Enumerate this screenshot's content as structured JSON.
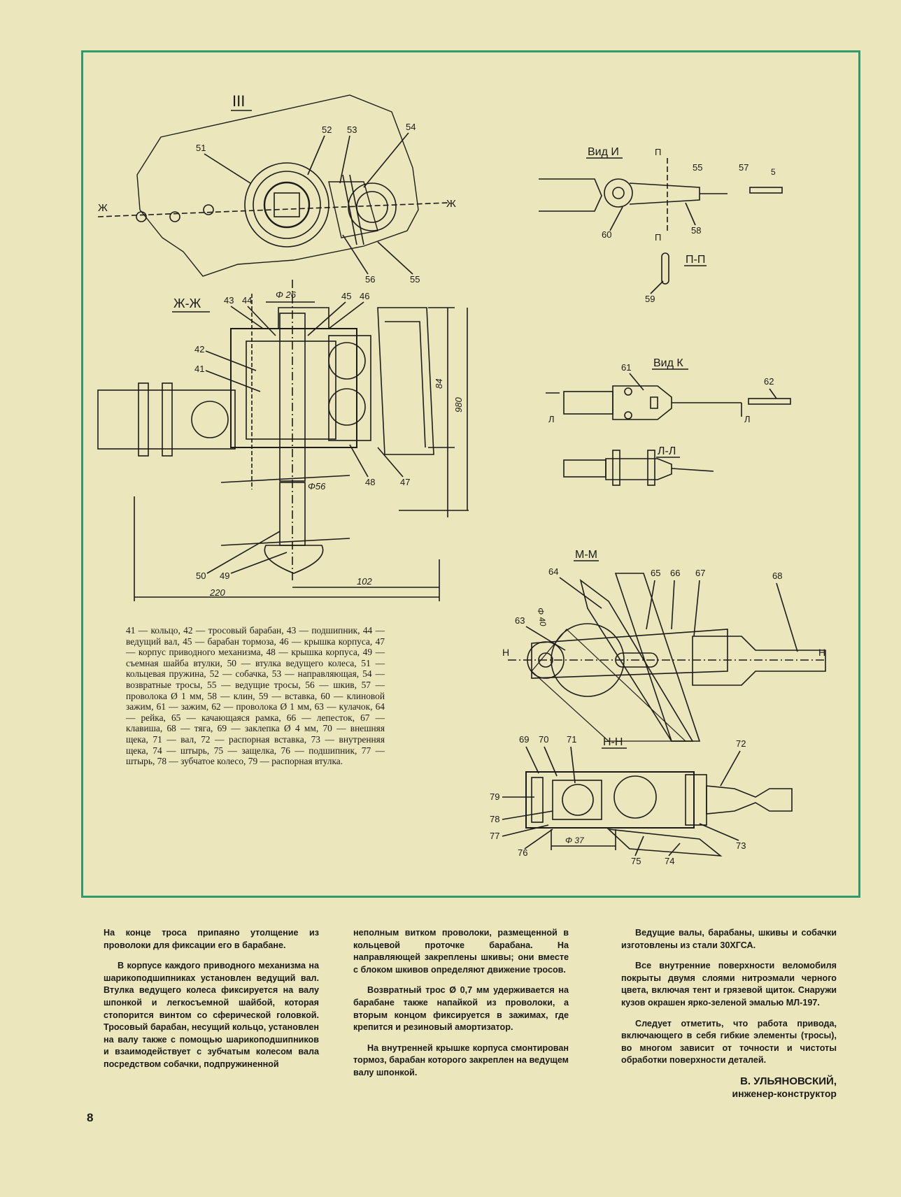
{
  "figure": {
    "section_labels": {
      "III": "III",
      "zh_zh": "Ж-Ж",
      "vid_i": "Вид И",
      "p_p": "П-П",
      "vid_k": "Вид К",
      "l_l": "Л-Л",
      "m_m": "М-М",
      "n_n": "Н-Н"
    },
    "cut_marks": {
      "zh": "Ж",
      "p": "П",
      "l": "Л",
      "n": "Н"
    },
    "part_numbers": {
      "p41": "41",
      "p42": "42",
      "p43": "43",
      "p44": "44",
      "p45": "45",
      "p46": "46",
      "p47": "47",
      "p48": "48",
      "p49": "49",
      "p50": "50",
      "p51": "51",
      "p52": "52",
      "p53": "53",
      "p54": "54",
      "p55": "55",
      "p56": "56",
      "p57": "57",
      "p58": "58",
      "p59": "59",
      "p60": "60",
      "p61": "61",
      "p62": "62",
      "p63": "63",
      "p64": "64",
      "p65": "65",
      "p66": "66",
      "p67": "67",
      "p68": "68",
      "p69": "69",
      "p70": "70",
      "p71": "71",
      "p72": "72",
      "p73": "73",
      "p74": "74",
      "p75": "75",
      "p76": "76",
      "p77": "77",
      "p78": "78",
      "p79": "79"
    },
    "dimensions": {
      "d26": "Φ 26",
      "d56": "Φ56",
      "d84": "84",
      "d980": "980",
      "d220": "220",
      "d102": "102",
      "d5": "5",
      "d40": "Φ 40",
      "d37": "Φ 37"
    },
    "legend": "41 — кольцо, 42 — тросовый барабан, 43 — подшипник, 44 — ведущий вал, 45 — барабан тормоза, 46 — крышка корпуса, 47 — корпус приводного механизма, 48 — крышка корпуса, 49 — съемная шайба втулки, 50 — втулка ведущего колеса, 51 — кольцевая пружина, 52 — собачка, 53 — направляющая, 54 — возвратные тросы, 55 — ведущие тросы, 56 — шкив, 57 — проволока Ø 1 мм, 58 — клин, 59 — вставка, 60 — клиновой зажим, 61 — зажим, 62 — проволока Ø 1 мм, 63 — кулачок, 64 — рейка, 65 — качающаяся рамка, 66 — лепесток, 67 — клавиша, 68 — тяга, 69 — заклепка Ø 4 мм, 70 — внешняя щека, 71 — вал, 72 — распорная вставка, 73 — внутренняя щека, 74 — штырь, 75 — защелка, 76 — подшипник, 77 — штырь, 78 — зубчатое колесо, 79 — распорная втулка."
  },
  "article": {
    "col1_p1": "На конце троса припаяно утолщение из проволоки для фиксации его в барабане.",
    "col1_p2": "В корпусе каждого приводного механизма на шарикоподшипниках установлен ведущий вал. Втулка ведущего колеса фиксируется на валу шпонкой и легкосъемной шайбой, которая стопорится винтом со сферической головкой. Тросовый барабан, несущий кольцо, установлен на валу также с помощью шарикоподшипников и взаимодействует с зубчатым колесом вала посредством собачки, подпружиненной",
    "col2_p1": "неполным витком проволоки, размещенной в кольцевой проточке барабана. На направляющей закреплены шкивы; они вместе с блоком шкивов определяют движение тросов.",
    "col2_p2": "Возвратный трос Ø 0,7 мм удерживается на барабане также напайкой из проволоки, а вторым концом фиксируется в зажимах, где крепится и резиновый амортизатор.",
    "col2_p3": "На внутренней крышке корпуса смонтирован тормоз, барабан которого закреплен на ведущем валу шпонкой.",
    "col3_p1": "Ведущие валы, барабаны, шкивы и собачки изготовлены из стали 30ХГСА.",
    "col3_p2": "Все внутренние поверхности веломобиля покрыты двумя слоями нитроэмали черного цвета, включая тент и грязевой щиток. Снаружи кузов окрашен ярко-зеленой эмалью МЛ-197.",
    "col3_p3": "Следует отметить, что работа привода, включающего в себя гибкие элементы (тросы), во многом зависит от точности и чистоты обработки поверхности деталей.",
    "author": "В. УЛЬЯНОВСКИЙ,",
    "author_role": "инженер-конструктор"
  },
  "page_number": "8"
}
